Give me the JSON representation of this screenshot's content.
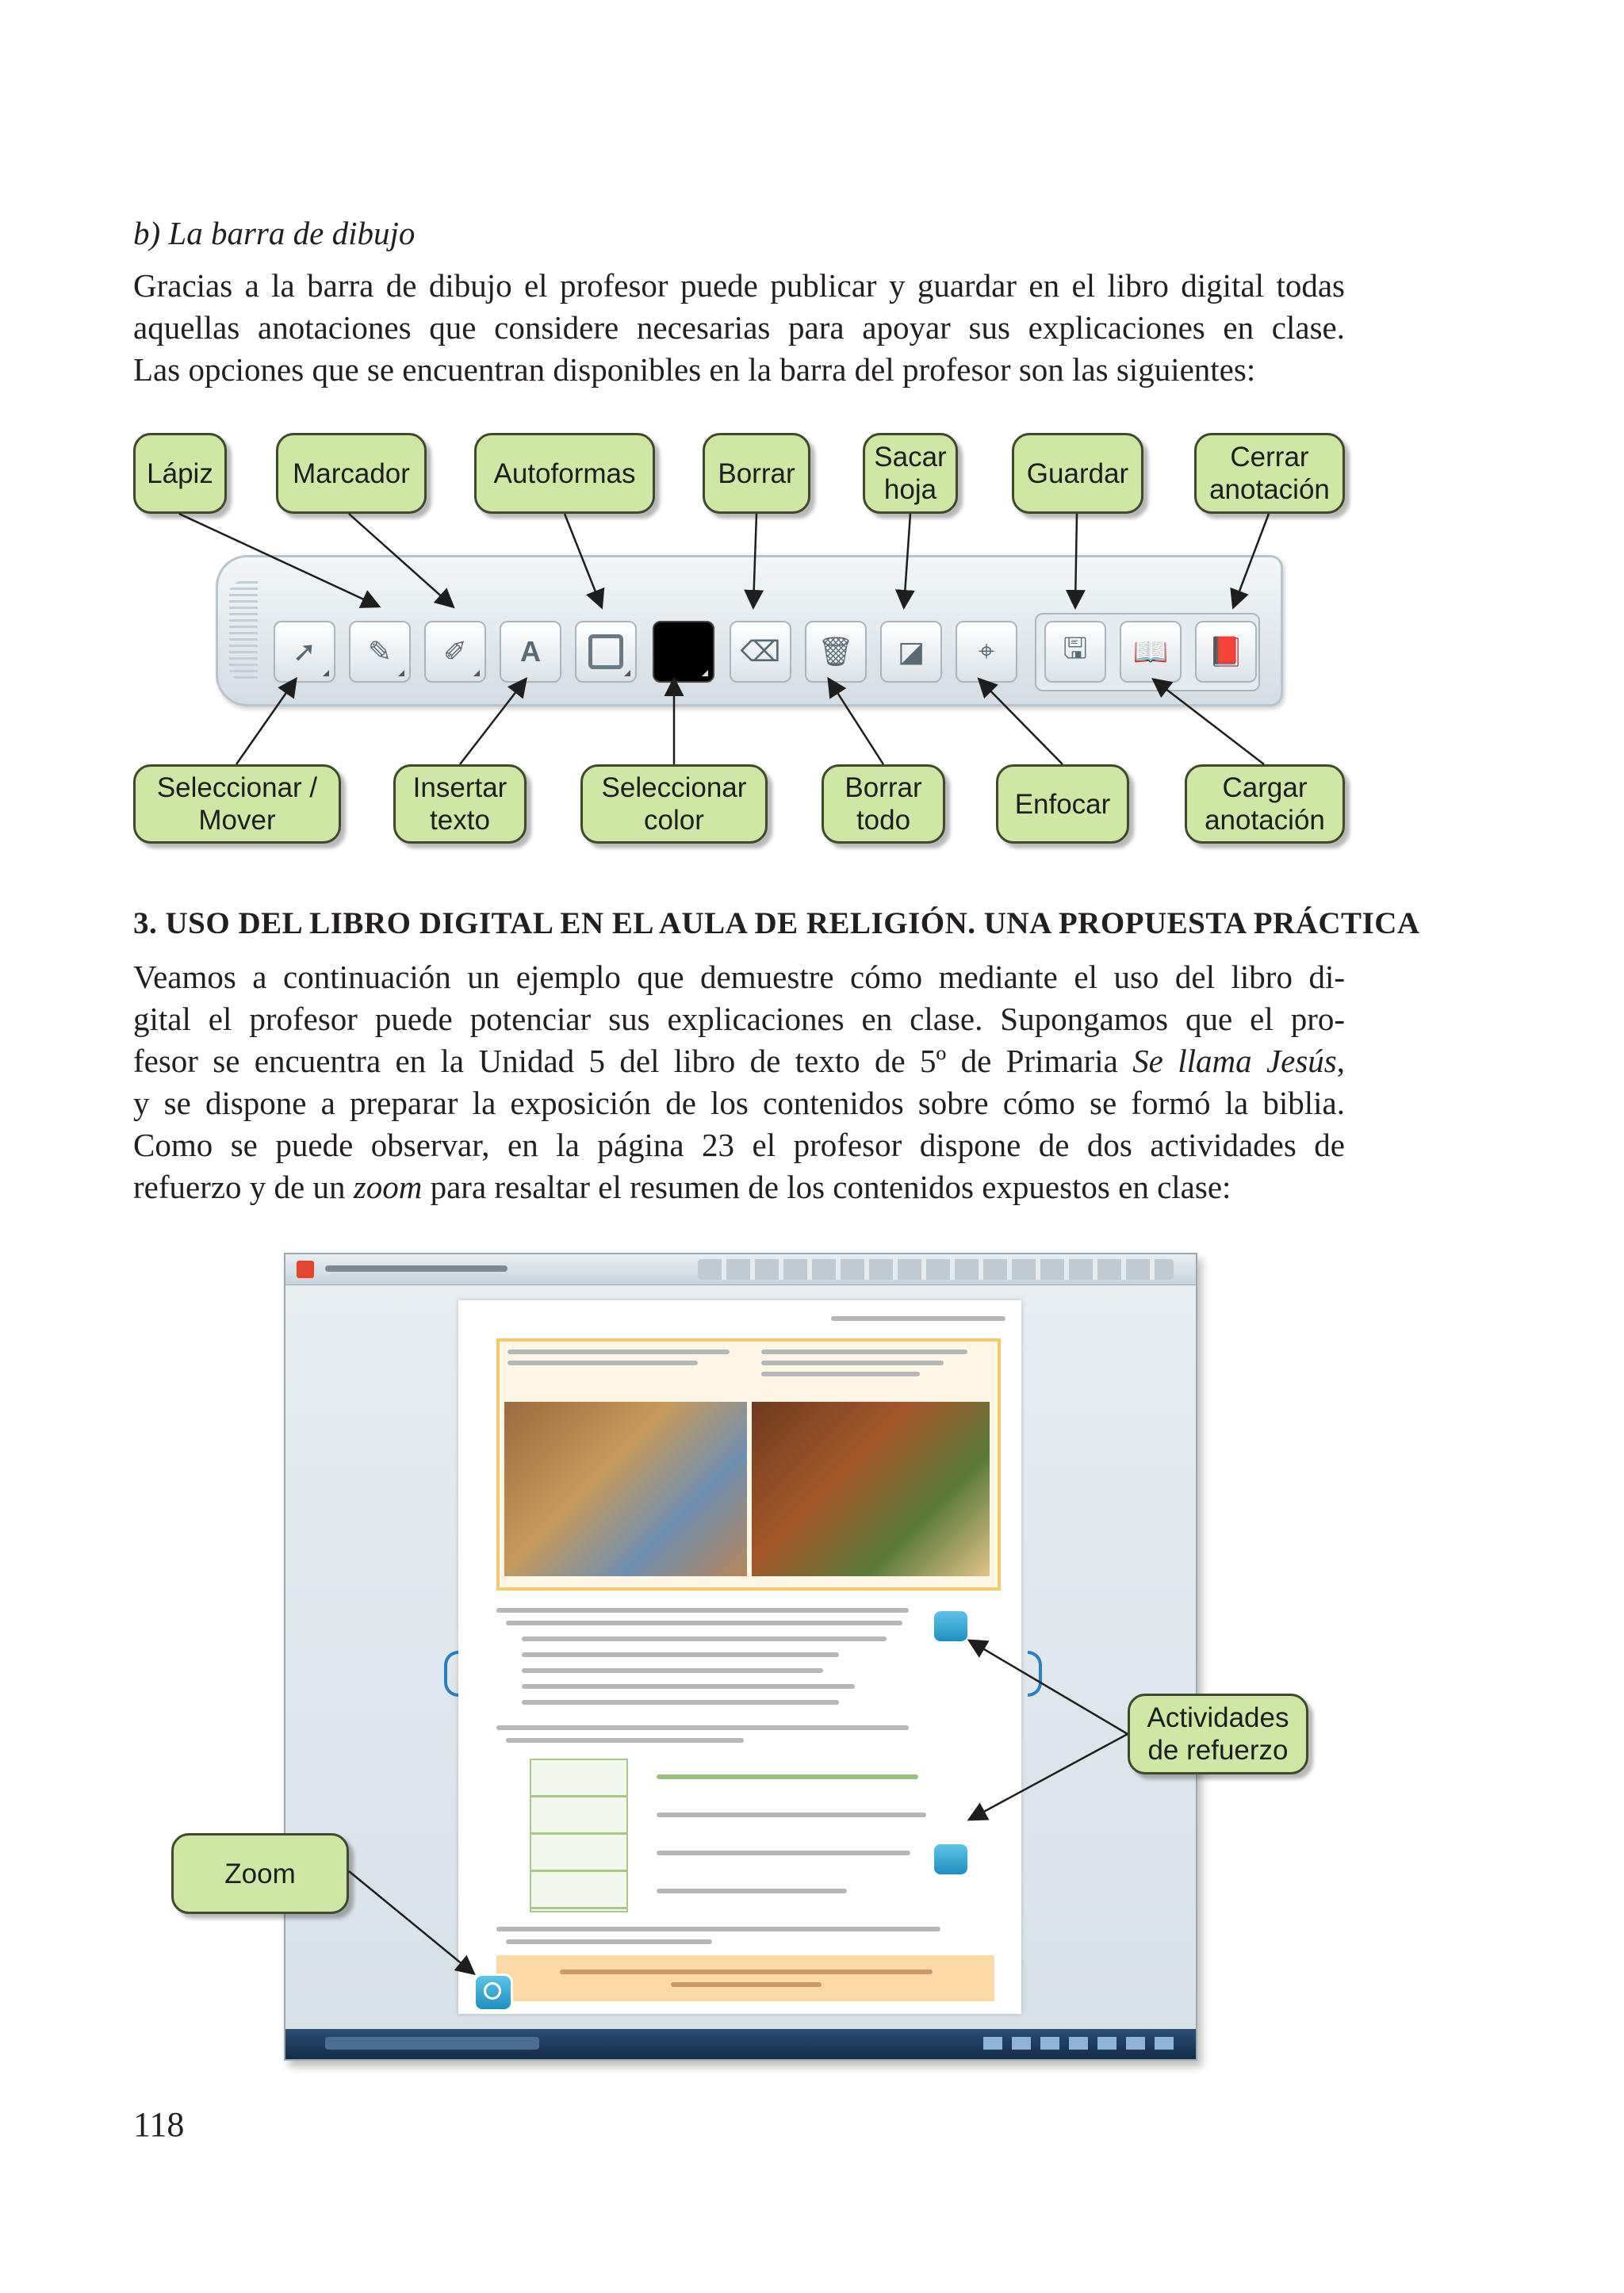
{
  "section_b": {
    "title": "b)  La barra de dibujo",
    "paragraph_lines": [
      "Gracias a la barra de dibujo el profesor puede publicar y guardar en el libro digital todas",
      "aquellas anotaciones que considere necesarias para apoyar sus explicaciones en clase.",
      "Las opciones que se encuentran disponibles en la barra del profesor son las siguientes:"
    ]
  },
  "toolbar_callouts": {
    "top": [
      "Lápiz",
      "Marcador",
      "Autoformas",
      "Borrar",
      "Sacar\nhoja",
      "Guardar",
      "Cerrar\nanotación"
    ],
    "bottom": [
      "Seleccionar /\nMover",
      "Insertar\ntexto",
      "Seleccionar\ncolor",
      "Borrar\ntodo",
      "Enfocar",
      "Cargar\nanotación"
    ]
  },
  "toolbar_icons": [
    "select-arrow-icon",
    "pencil-icon",
    "marker-icon",
    "text-icon",
    "shape-icon",
    "color-swatch-icon",
    "eraser-icon",
    "trash-icon",
    "blank-sheet-icon",
    "focus-icon",
    "save-icon",
    "load-annotation-icon",
    "close-annotation-icon"
  ],
  "toolbar_glyphs": {
    "text_tool": "A"
  },
  "colors": {
    "callout_fill": "#cfe7a4",
    "callout_border": "#3e4a2b",
    "color_swatch": "#000000",
    "book_frame": "#f4c770"
  },
  "section_3": {
    "number": "3.",
    "heading_parts": [
      {
        "initial": "U",
        "rest": "SO DEL LIBRO DIGITAL EN EL AULA DE RELIGIÓN. "
      },
      {
        "initial": "U",
        "rest": "NA PROPUESTA PRÁCTICA"
      }
    ],
    "lines": [
      {
        "text": "Veamos a continuación un ejemplo que demuestre cómo mediante el uso del libro di-"
      },
      {
        "text": "gital el profesor puede potenciar sus explicaciones en clase. Supongamos que el pro-"
      },
      {
        "before": "fesor se encuentra en la Unidad 5 del libro de texto de 5º de Primaria ",
        "italic": "Se llama Jesús",
        "after": ","
      },
      {
        "text": "y se dispone a preparar la exposición de los contenidos sobre cómo se formó la biblia."
      },
      {
        "text": "Como se puede observar, en la página 23 el profesor dispone de dos actividades de"
      },
      {
        "before": "refuerzo y de un ",
        "italic": "zoom",
        "after": " para resaltar el resumen de los contenidos expuestos en clase:"
      }
    ]
  },
  "screenshot_callouts": {
    "activities": "Actividades\nde refuerzo",
    "zoom": "Zoom"
  },
  "page_number": "118"
}
